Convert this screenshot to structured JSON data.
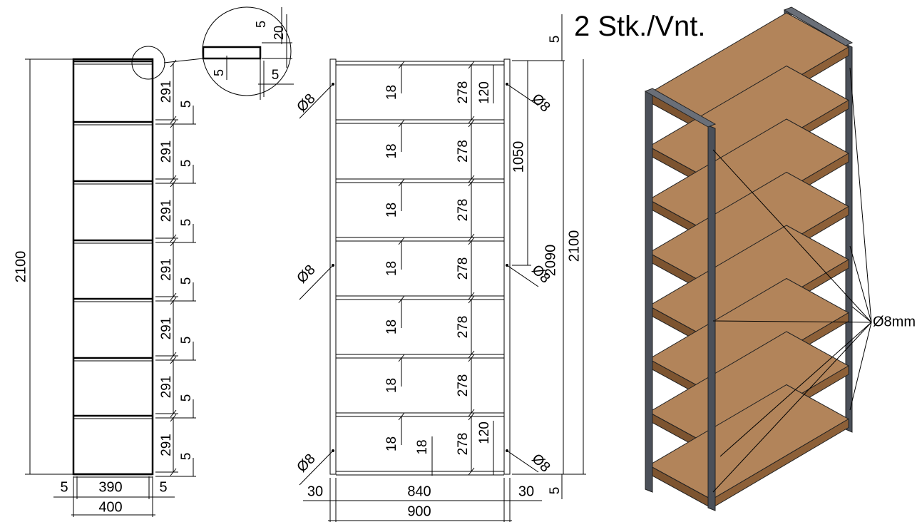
{
  "title": "2 Stk./Vnt.",
  "side_view": {
    "height": "2100",
    "gaps": [
      "291",
      "291",
      "291",
      "291",
      "291",
      "291",
      "291"
    ],
    "shelf_thickness": [
      "5",
      "5",
      "5",
      "5",
      "5",
      "5",
      "5"
    ],
    "bottom": {
      "left": "5",
      "inner": "390",
      "right": "5",
      "total": "400"
    }
  },
  "detail": {
    "top_5": "5",
    "height_20": "20",
    "left_5": "5",
    "right_5": "5"
  },
  "front_view": {
    "shelf_18": [
      "18",
      "18",
      "18",
      "18",
      "18",
      "18",
      "18"
    ],
    "clear_278": [
      "278",
      "278",
      "278",
      "278",
      "278",
      "278",
      "278"
    ],
    "post_120_top": "120",
    "post_120_bottom": "120",
    "extra_18": "18",
    "holes_left": [
      "Ø8",
      "Ø8",
      "Ø8"
    ],
    "holes_right": [
      "Ø8",
      "Ø8",
      "Ø8"
    ],
    "dim_1050": "1050",
    "dim_2090": "2090",
    "dim_2100": "2100",
    "top_5": "5",
    "bottom_5": "5",
    "bottom": {
      "left": "30",
      "inner": "840",
      "right": "30",
      "total": "900"
    }
  },
  "iso_view": {
    "hole_label": "Ø8mm"
  },
  "colors": {
    "wood_top": "#b2845a",
    "wood_edge": "#7d5430",
    "steel": "#4b5059"
  }
}
